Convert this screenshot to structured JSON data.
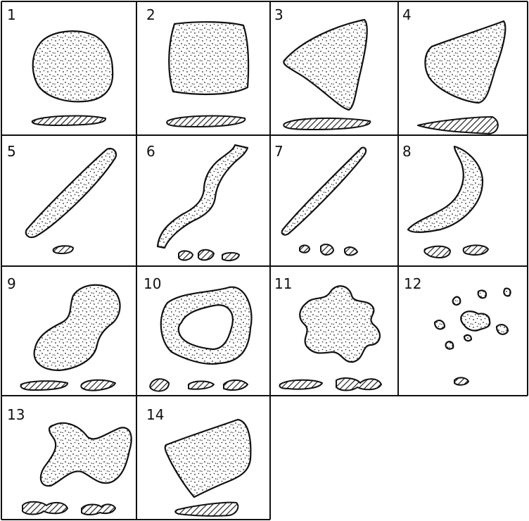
{
  "cells": [
    {
      "number": "1",
      "shape": "rounded blob with flat hatched outline"
    },
    {
      "number": "2",
      "shape": "rounded square with flat hatched outline"
    },
    {
      "number": "3",
      "shape": "triangle with flat hatched outline"
    },
    {
      "number": "4",
      "shape": "triangle with tapered hatched outline"
    },
    {
      "number": "5",
      "shape": "straight rod with small hatched outline"
    },
    {
      "number": "6",
      "shape": "wavy ribbon with three hatched outlines"
    },
    {
      "number": "7",
      "shape": "thin needle with three hatched outlines"
    },
    {
      "number": "8",
      "shape": "crescent with two hatched outlines"
    },
    {
      "number": "9",
      "shape": "peanut with two hatched outlines"
    },
    {
      "number": "10",
      "shape": "ring with three hatched outlines"
    },
    {
      "number": "11",
      "shape": "lobed blob with two hatched outlines"
    },
    {
      "number": "12",
      "shape": "scattered granules with one hatched outline"
    },
    {
      "number": "13",
      "shape": "x-shaped blob with two hatched outlines"
    },
    {
      "number": "14",
      "shape": "angular block with tapered hatched outline"
    }
  ],
  "colors": {
    "ink": "#111111",
    "paper": "#ffffff"
  }
}
